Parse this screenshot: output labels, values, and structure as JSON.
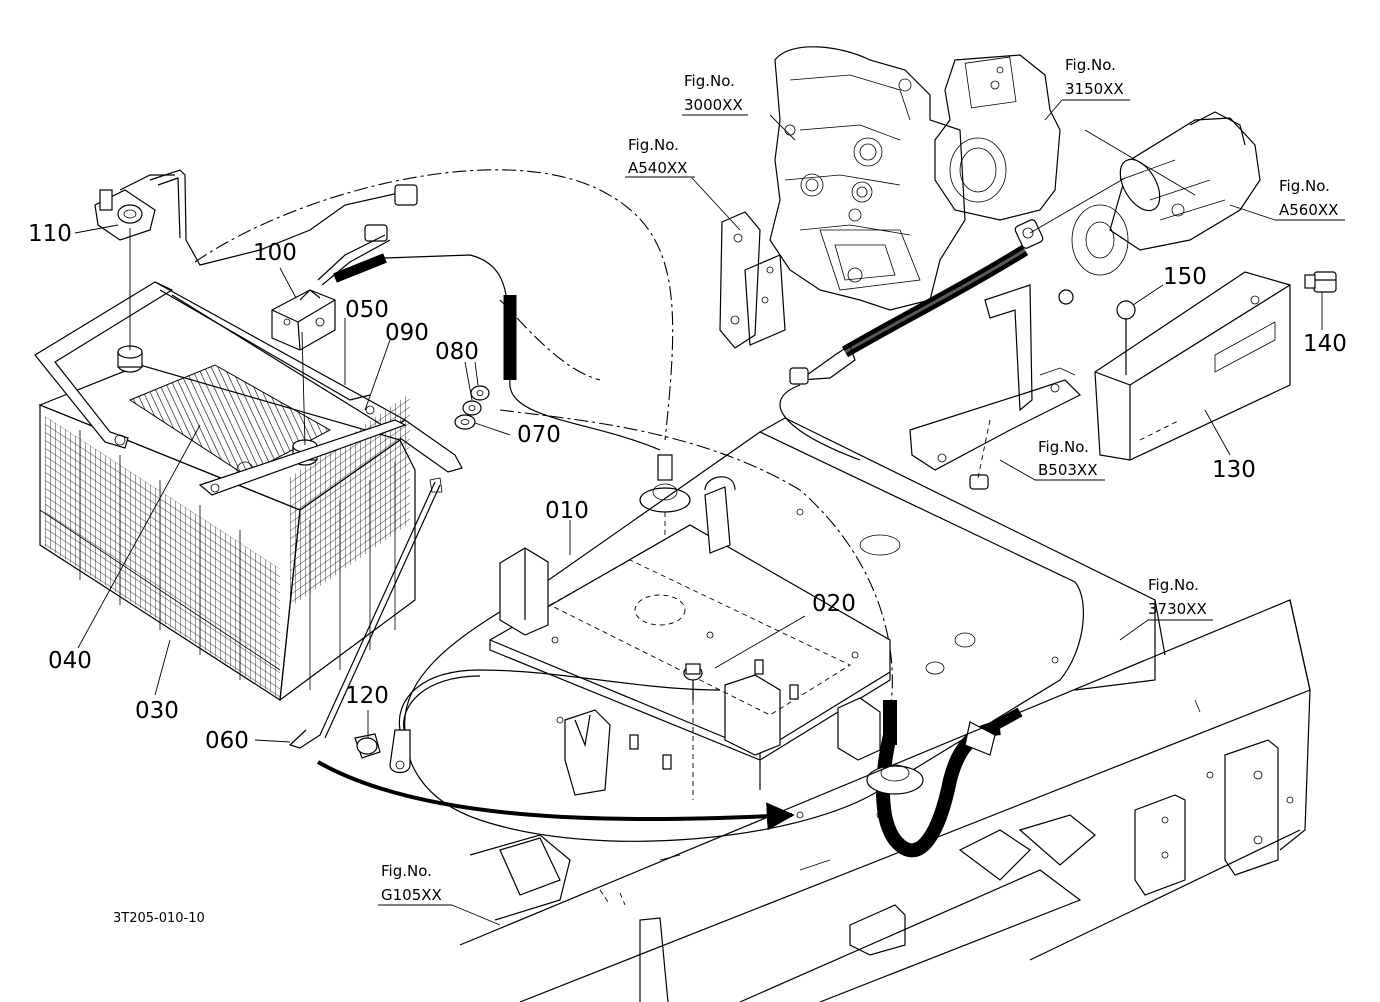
{
  "drawing_code": "3T205-010-10",
  "part_numbers": {
    "p010": "010",
    "p020": "020",
    "p030": "030",
    "p040": "040",
    "p050": "050",
    "p060": "060",
    "p070": "070",
    "p080": "080",
    "p090": "090",
    "p100": "100",
    "p110": "110",
    "p120": "120",
    "p130": "130",
    "p140": "140",
    "p150": "150"
  },
  "figure_refs": {
    "label": "Fig.No.",
    "f3000": "3000XX",
    "f3150": "3150XX",
    "fA540": "A540XX",
    "fA560": "A560XX",
    "fB503": "B503XX",
    "f3730": "3730XX",
    "fG105": "G105XX"
  }
}
